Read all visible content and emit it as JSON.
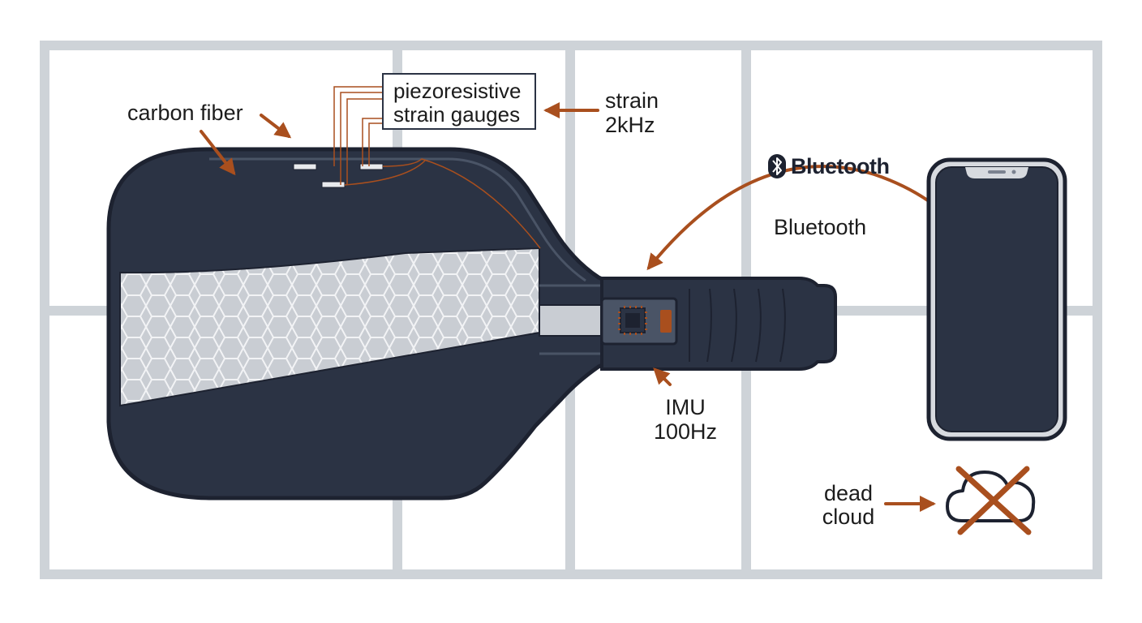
{
  "labels": {
    "carbon_fiber": "carbon fiber",
    "gauges_line1": "piezoresistive",
    "gauges_line2": "strain gauges",
    "strain_line1": "strain",
    "strain_line2": "2kHz",
    "bluetooth_logo_text": "Bluetooth",
    "bluetooth": "Bluetooth",
    "imu_line1": "IMU",
    "imu_line2": "100Hz",
    "dead_line1": "dead",
    "dead_line2": "cloud"
  },
  "colors": {
    "background": "#ffffff",
    "grid": "#ced3d8",
    "paddle_dark": "#2b3344",
    "outline": "#1d2230",
    "honeycomb_fill": "#c9cdd3",
    "accent_arrow": "#a94f1e",
    "phone_screen": "#2b3344",
    "phone_frame": "#d7dadf"
  },
  "icons": {
    "bluetooth": "bluetooth-icon",
    "cloud": "cloud-icon",
    "cross": "x-icon",
    "chip": "chip-icon"
  }
}
